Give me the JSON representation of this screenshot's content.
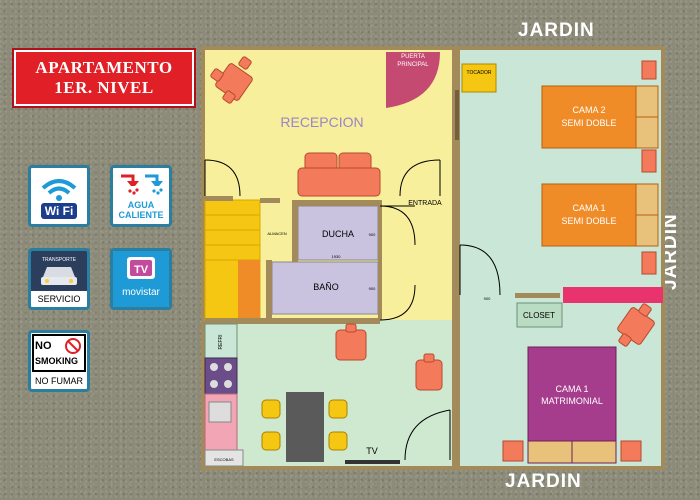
{
  "title": {
    "line1": "APARTAMENTO",
    "line2": "1ER. NIVEL"
  },
  "garden": {
    "top": "JARDIN",
    "right": "JARDIN",
    "bottom": "JARDIN"
  },
  "amenities": {
    "wifi": "Wi Fi",
    "hot_water": {
      "line1": "AGUA",
      "line2": "CALIENTE"
    },
    "transport": {
      "caption": "TRANSPORTE",
      "label": "SERVICIO"
    },
    "tv": {
      "logo": "TV",
      "label": "movistar"
    },
    "no_smoking": {
      "line1": "NO",
      "line2": "SMOKING",
      "label": "NO FUMAR"
    }
  },
  "rooms": {
    "reception": "RECEPCION",
    "main_door": {
      "line1": "PUERTA",
      "line2": "PRINCIPAL"
    },
    "entrance": "ENTRADA",
    "shower": "DUCHA",
    "bathroom": "BAÑO",
    "storage": "ALMACEN",
    "dresser": "TOCADOR",
    "closet": "CLOSET",
    "fridge": "REFRI",
    "brooms": "ESCOBAS",
    "tv": "TV",
    "bed2": {
      "line1": "CAMA 2",
      "line2": "SEMI DOBLE"
    },
    "bed1": {
      "line1": "CAMA 1",
      "line2": "SEMI DOBLE"
    },
    "bed_master": {
      "line1": "CAMA 1",
      "line2": "MATRIMONIAL"
    }
  },
  "dimensions": {
    "d1": "1930",
    "d2": "900",
    "d3": "900",
    "d4": "900"
  },
  "colors": {
    "reception": "#f7ef9b",
    "bedrooms": "#c9e6d6",
    "kitchen": "#cfe8d0",
    "bathroom": "#c9c3e0",
    "bed_semi": "#f08c28",
    "bed_master": "#a63c8c",
    "chair": "#f47a5c",
    "stairs": "#f5c612",
    "accent": "#e11f26",
    "wall": "#a38a5a",
    "door": "#c44a72"
  }
}
